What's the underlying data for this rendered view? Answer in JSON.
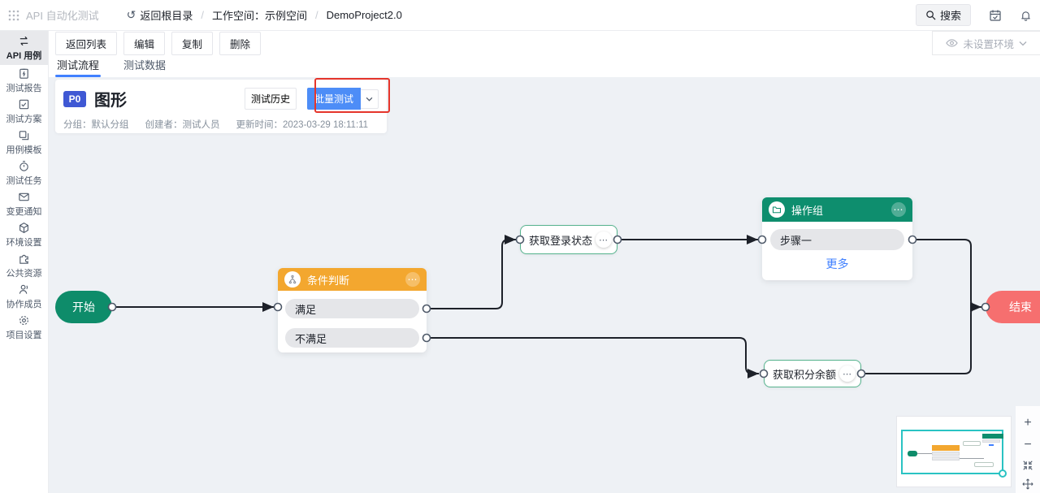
{
  "header": {
    "app_title": "API 自动化测试",
    "back_root": "返回根目录",
    "sep": "/",
    "workspace": "工作空间：示例空间",
    "project": "DemoProject2.0",
    "search_label": "搜索"
  },
  "sidebar": {
    "items": [
      {
        "label": "API 用例",
        "icon": "api-case-icon",
        "active": true
      },
      {
        "label": "测试报告",
        "icon": "report-icon",
        "active": false
      },
      {
        "label": "测试方案",
        "icon": "plan-icon",
        "active": false
      },
      {
        "label": "用例模板",
        "icon": "template-icon",
        "active": false
      },
      {
        "label": "测试任务",
        "icon": "task-icon",
        "active": false
      },
      {
        "label": "变更通知",
        "icon": "mail-icon",
        "active": false
      },
      {
        "label": "环境设置",
        "icon": "env-icon",
        "active": false
      },
      {
        "label": "公共资源",
        "icon": "resource-icon",
        "active": false
      },
      {
        "label": "协作成员",
        "icon": "member-icon",
        "active": false
      },
      {
        "label": "项目设置",
        "icon": "gear-icon",
        "active": false
      }
    ]
  },
  "toolbar": {
    "buttons": [
      "返回列表",
      "编辑",
      "复制",
      "删除"
    ],
    "env_status": "未设置环境"
  },
  "tabs": [
    {
      "label": "测试流程",
      "active": true
    },
    {
      "label": "测试数据",
      "active": false
    }
  ],
  "case_card": {
    "priority": "P0",
    "title": "图形",
    "history_button": "测试历史",
    "batch_button": "批量测试",
    "meta": {
      "group": "分组：默认分组",
      "creator": "创建者：测试人员",
      "updated": "更新时间：2023-03-29 18:11:11"
    }
  },
  "flow": {
    "start_node": "开始",
    "condition_node": {
      "title": "条件判断",
      "branches": [
        "满足",
        "不满足"
      ]
    },
    "login_node": "获取登录状态",
    "group_node": {
      "title": "操作组",
      "steps": [
        "步骤一"
      ],
      "more": "更多"
    },
    "points_node": "获取积分余额",
    "end_node": "结束"
  },
  "canvas_controls": {
    "zoom_in": "+",
    "zoom_out": "−"
  },
  "icons": {
    "ellipsis": "⋯",
    "undo": "↺"
  },
  "colors": {
    "accent_blue": "#4080ff",
    "batch_button_blue": "#4d8df7",
    "priority_badge_blue": "#3f58d4",
    "node_green": "#0e8c6a",
    "node_border_green": "#56b38e",
    "condition_orange": "#f3a72f",
    "end_red": "#f66f6f",
    "highlight_red": "#e5352b",
    "minimap_teal": "#2ac3c3",
    "canvas_bg": "#eef1f5"
  }
}
